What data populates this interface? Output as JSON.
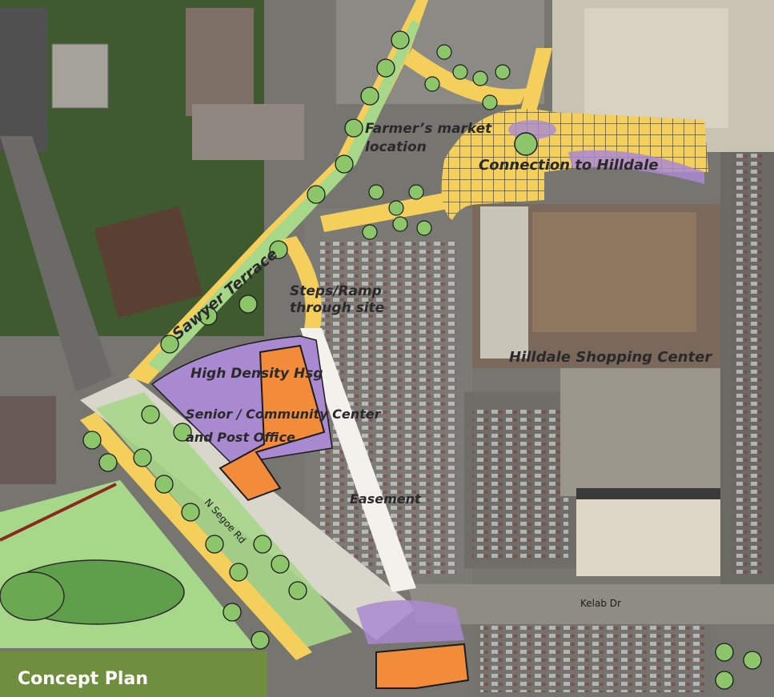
{
  "caption": "Concept Plan",
  "labels": {
    "farmers_market_1": "Farmer’s market",
    "farmers_market_2": "location",
    "connection": "Connection to Hilldale",
    "steps_1": "Steps/Ramp",
    "steps_2": "through site",
    "sawyer": "Sawyer Terrace",
    "hdh": "High  Density Hsg",
    "senior_1": "Senior / Community Center",
    "senior_2": "and Post Office",
    "hilldale": "Hilldale Shopping Center",
    "easement": "Easement",
    "segoe": "N Segoe Rd",
    "kelab": "Kelab Dr"
  },
  "colors": {
    "plaza": "#f5cf5c",
    "housing": "#a98ad1",
    "community": "#f28b3a",
    "green": "#a7d789",
    "roof_brown": "#8a6f57",
    "caption_bg": "#6f8f3e"
  }
}
